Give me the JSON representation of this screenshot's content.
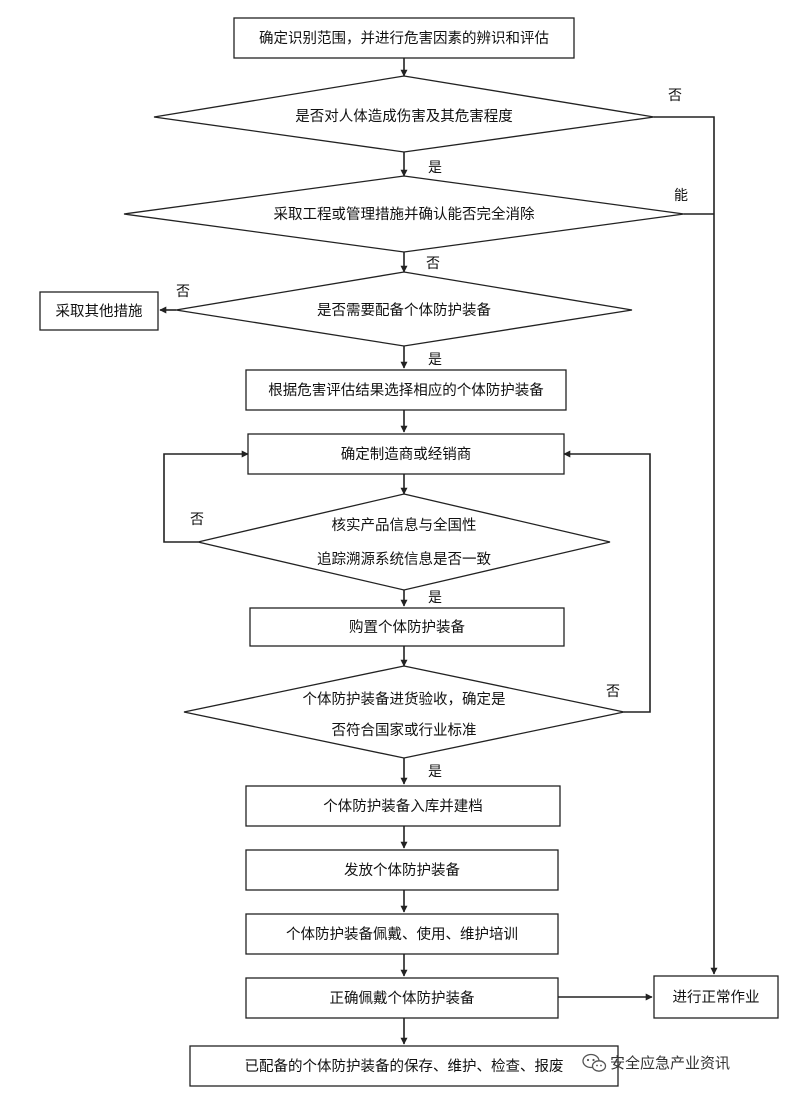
{
  "flowchart": {
    "steps": {
      "identify": "确定识别范围，并进行危害因素的辨识和评估",
      "harm_q": "是否对人体造成伤害及其危害程度",
      "eliminate_q": "采取工程或管理措施并确认能否完全消除",
      "need_ppe_q": "是否需要配备个体防护装备",
      "other_measures": "采取其他措施",
      "select_ppe": "根据危害评估结果选择相应的个体防护装备",
      "vendor": "确定制造商或经销商",
      "verify_q_line1": "核实产品信息与全国性",
      "verify_q_line2": "追踪溯源系统信息是否一致",
      "purchase": "购置个体防护装备",
      "accept_q_line1": "个体防护装备进货验收，确定是",
      "accept_q_line2": "否符合国家或行业标准",
      "storage": "个体防护装备入库并建档",
      "issue": "发放个体防护装备",
      "training": "个体防护装备佩戴、使用、维护培训",
      "correct_wear": "正确佩戴个体防护装备",
      "normal_work": "进行正常作业",
      "maintenance": "已配备的个体防护装备的保存、维护、检查、报废"
    },
    "edge_labels": {
      "harm_no": "否",
      "harm_yes": "是",
      "eliminate_can": "能",
      "eliminate_no": "否",
      "need_no": "否",
      "need_yes": "是",
      "verify_no": "否",
      "verify_yes": "是",
      "accept_no": "否",
      "accept_yes": "是"
    }
  },
  "watermark": {
    "text": "安全应急产业资讯",
    "icon": "wechat-icon"
  }
}
